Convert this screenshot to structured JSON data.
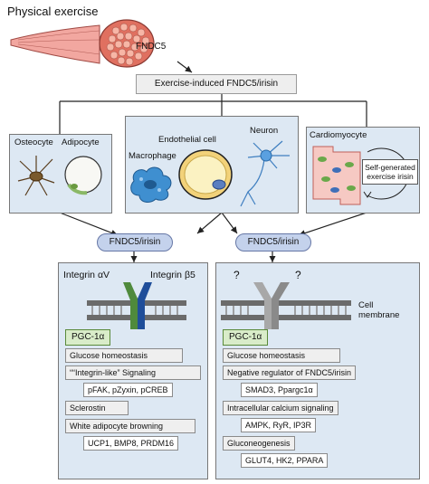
{
  "title": "Physical exercise",
  "fndc5_label": "FNDC5",
  "central_box": "Exercise-induced FNDC5/irisin",
  "cells": {
    "osteocyte": "Osteocyte",
    "adipocyte": "Adipocyte",
    "macrophage": "Macrophage",
    "endothelial": "Endothelial cell",
    "neuron": "Neuron",
    "cardiomyocyte": "Cardiomyocyte",
    "self_generated": "Self-generated exercise irisin"
  },
  "pills": {
    "left": "FNDC5/irisin",
    "right": "FNDC5/irisin"
  },
  "left_panel": {
    "integrin_av": "Integrin αV",
    "integrin_b5": "Integrin β5",
    "pgc": "PGC-1α",
    "items": [
      {
        "label": "Glucose homeostasis",
        "type": "main"
      },
      {
        "label": "““Integrin-like” Signaling",
        "type": "main"
      },
      {
        "label": "pFAK, pZyxin, pCREB",
        "type": "sub"
      },
      {
        "label": "Sclerostin",
        "type": "main"
      },
      {
        "label": "White adipocyte browning",
        "type": "main"
      },
      {
        "label": "UCP1, BMP8, PRDM16",
        "type": "sub"
      }
    ]
  },
  "right_panel": {
    "q1": "?",
    "q2": "?",
    "membrane": "Cell membrane",
    "pgc": "PGC-1α",
    "items": [
      {
        "label": "Glucose homeostasis",
        "type": "main"
      },
      {
        "label": "Negative regulator of FNDC5/irisin",
        "type": "main"
      },
      {
        "label": "SMAD3, Ppargc1α",
        "type": "sub"
      },
      {
        "label": "Intracellular calcium signaling",
        "type": "main"
      },
      {
        "label": "AMPK, RyR, IP3R",
        "type": "sub"
      },
      {
        "label": "Gluconeogenesis",
        "type": "main"
      },
      {
        "label": "GLUT4, HK2, PPARA",
        "type": "sub"
      }
    ]
  },
  "colors": {
    "panel": "#dde8f3",
    "pill": "#c4d2ec",
    "integrin_av": "#4f8a3c",
    "integrin_b5": "#1f4e9a",
    "unknown_receptor": "#9a9a9a",
    "muscle": "#e88a8a"
  }
}
